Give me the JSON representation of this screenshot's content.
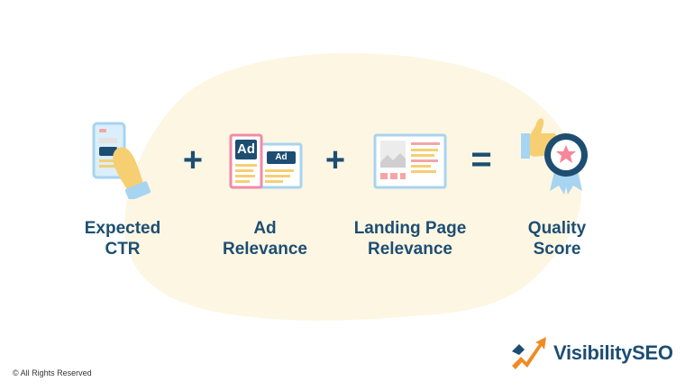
{
  "steps": [
    {
      "line1": "Expected",
      "line2": "CTR"
    },
    {
      "line1": "Ad",
      "line2": "Relevance"
    },
    {
      "line1": "Landing Page",
      "line2": "Relevance"
    },
    {
      "line1": "Quality",
      "line2": "Score"
    }
  ],
  "operators": {
    "plus1": "+",
    "plus2": "+",
    "equals": "="
  },
  "ad_card": {
    "badge_big": "Ad",
    "badge_small": "Ad"
  },
  "footer": {
    "copyright": "© All Rights Reserved"
  },
  "brand": {
    "name": "VisibilitySEO"
  },
  "colors": {
    "navy": "#1d4e72",
    "blob": "#fdf6e3",
    "ad_pink": "#f08ba8",
    "light_blue": "#a7d4f0",
    "yellow": "#f6cf72",
    "star_pink": "#f7869a",
    "brand_orange": "#f08a24"
  }
}
